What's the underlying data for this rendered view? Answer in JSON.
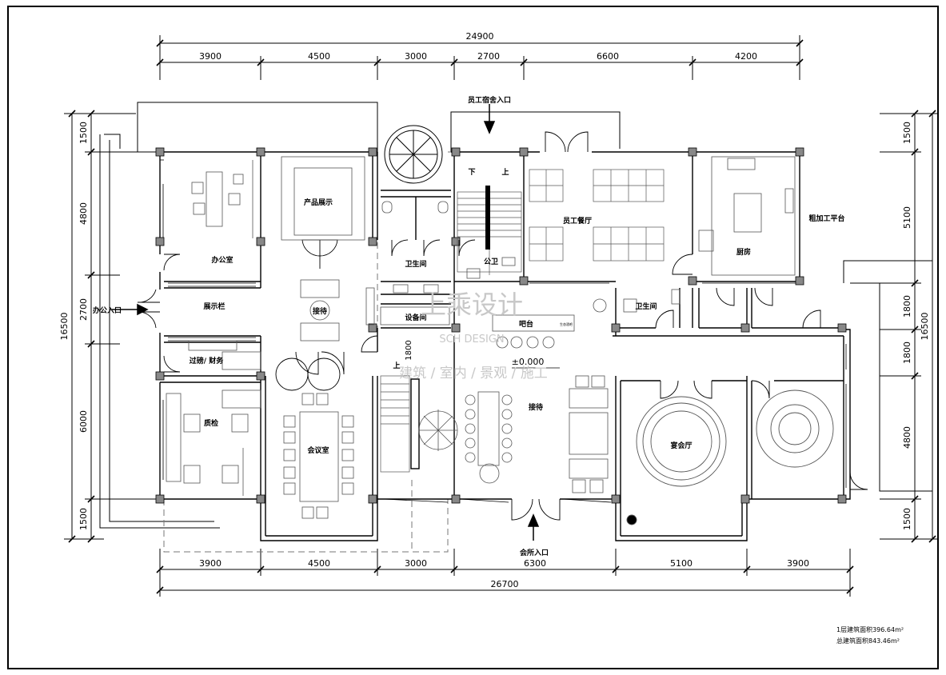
{
  "dimensions": {
    "top_total": "24900",
    "top_segments": [
      "3900",
      "4500",
      "3000",
      "2700",
      "6600",
      "4200"
    ],
    "bottom_total": "26700",
    "bottom_segments": [
      "3900",
      "4500",
      "3000",
      "6300",
      "5100",
      "3900"
    ],
    "left_total": "16500",
    "left_segments": [
      "1500",
      "4800",
      "2700",
      "6000",
      "1500"
    ],
    "right_total": "16500",
    "right_segments": [
      "1500",
      "5100",
      "1800",
      "1800",
      "4800",
      "1500"
    ]
  },
  "rooms": {
    "office": "办公室",
    "product_display": "产品展示",
    "display_area": "展示栏",
    "reception_small": "接待",
    "transit_finance": "过磅/ 财务",
    "quality_check": "质检",
    "meeting_room": "会议室",
    "restroom": "卫生间",
    "public_restroom": "公卫",
    "equipment_room": "设备间",
    "staff_dining": "员工餐厅",
    "kitchen": "厨房",
    "rough_processing": "粗加工平台",
    "restroom_right": "卫生间",
    "bar": "吧台",
    "reception_main": "接待",
    "banquet_hall": "宴会厅",
    "stair_down": "下",
    "stair_up": "上",
    "stair_up_2": "上"
  },
  "entrances": {
    "staff_dorm": "员工宿舍入口",
    "office_entrance": "办公入口",
    "club_entrance": "会所入口"
  },
  "annotations": {
    "elevation": "±0.000",
    "stair_dim": "1800",
    "bar_sign": "生态酒吧"
  },
  "area_notes": {
    "floor1": "1层建筑面积396.64m²",
    "total": "总建筑面积843.46m²"
  },
  "watermark": {
    "brand": "上乘设计",
    "english": "SCH DESIGN",
    "services": "建筑 / 室内 / 景观 / 施工"
  }
}
